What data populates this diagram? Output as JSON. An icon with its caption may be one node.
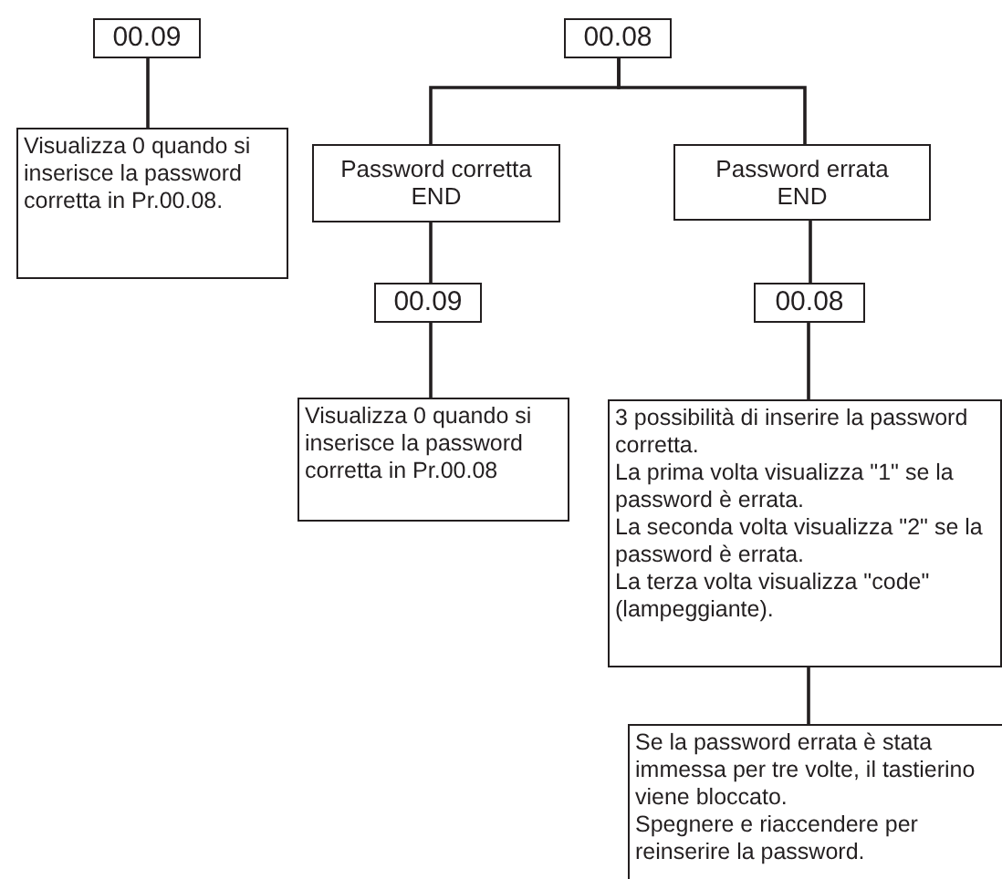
{
  "diagram": {
    "nodes": [
      {
        "text": [
          "00.09"
        ]
      },
      {
        "text": [
          "Visualizza 0 quando si inserisce la password corretta in Pr.00.08."
        ]
      },
      {
        "text": [
          "00.08"
        ]
      },
      {
        "text": [
          "Password corretta",
          "END"
        ]
      },
      {
        "text": [
          "Password errata",
          "END"
        ]
      },
      {
        "text": [
          "00.09"
        ]
      },
      {
        "text": [
          "Visualizza 0 quando si inserisce la password corretta in Pr.00.08"
        ]
      },
      {
        "text": [
          "00.08"
        ]
      },
      {
        "text": [
          "3 possibilità di inserire la password corretta.",
          "La prima volta visualizza \"1\" se la password è errata.",
          "La seconda volta visualizza \"2\" se la password è errata.",
          "La terza volta visualizza \"code\" (lampeggiante)."
        ]
      },
      {
        "text": [
          "Se la password errata è stata immessa per tre volte, il tastierino viene bloccato.",
          "Spegnere e riaccendere per reinserire la password."
        ]
      }
    ],
    "edges": [
      {
        "from": 0,
        "to": 1,
        "arrow": "none"
      },
      {
        "from": 2,
        "to": 3,
        "arrow": "none"
      },
      {
        "from": 2,
        "to": 4,
        "arrow": "none"
      },
      {
        "from": 3,
        "to": 5,
        "arrow": "none"
      },
      {
        "from": 5,
        "to": 6,
        "arrow": "none"
      },
      {
        "from": 4,
        "to": 7,
        "arrow": "none"
      },
      {
        "from": 7,
        "to": 8,
        "arrow": "none"
      },
      {
        "from": 8,
        "to": 9,
        "arrow": "none"
      }
    ]
  }
}
